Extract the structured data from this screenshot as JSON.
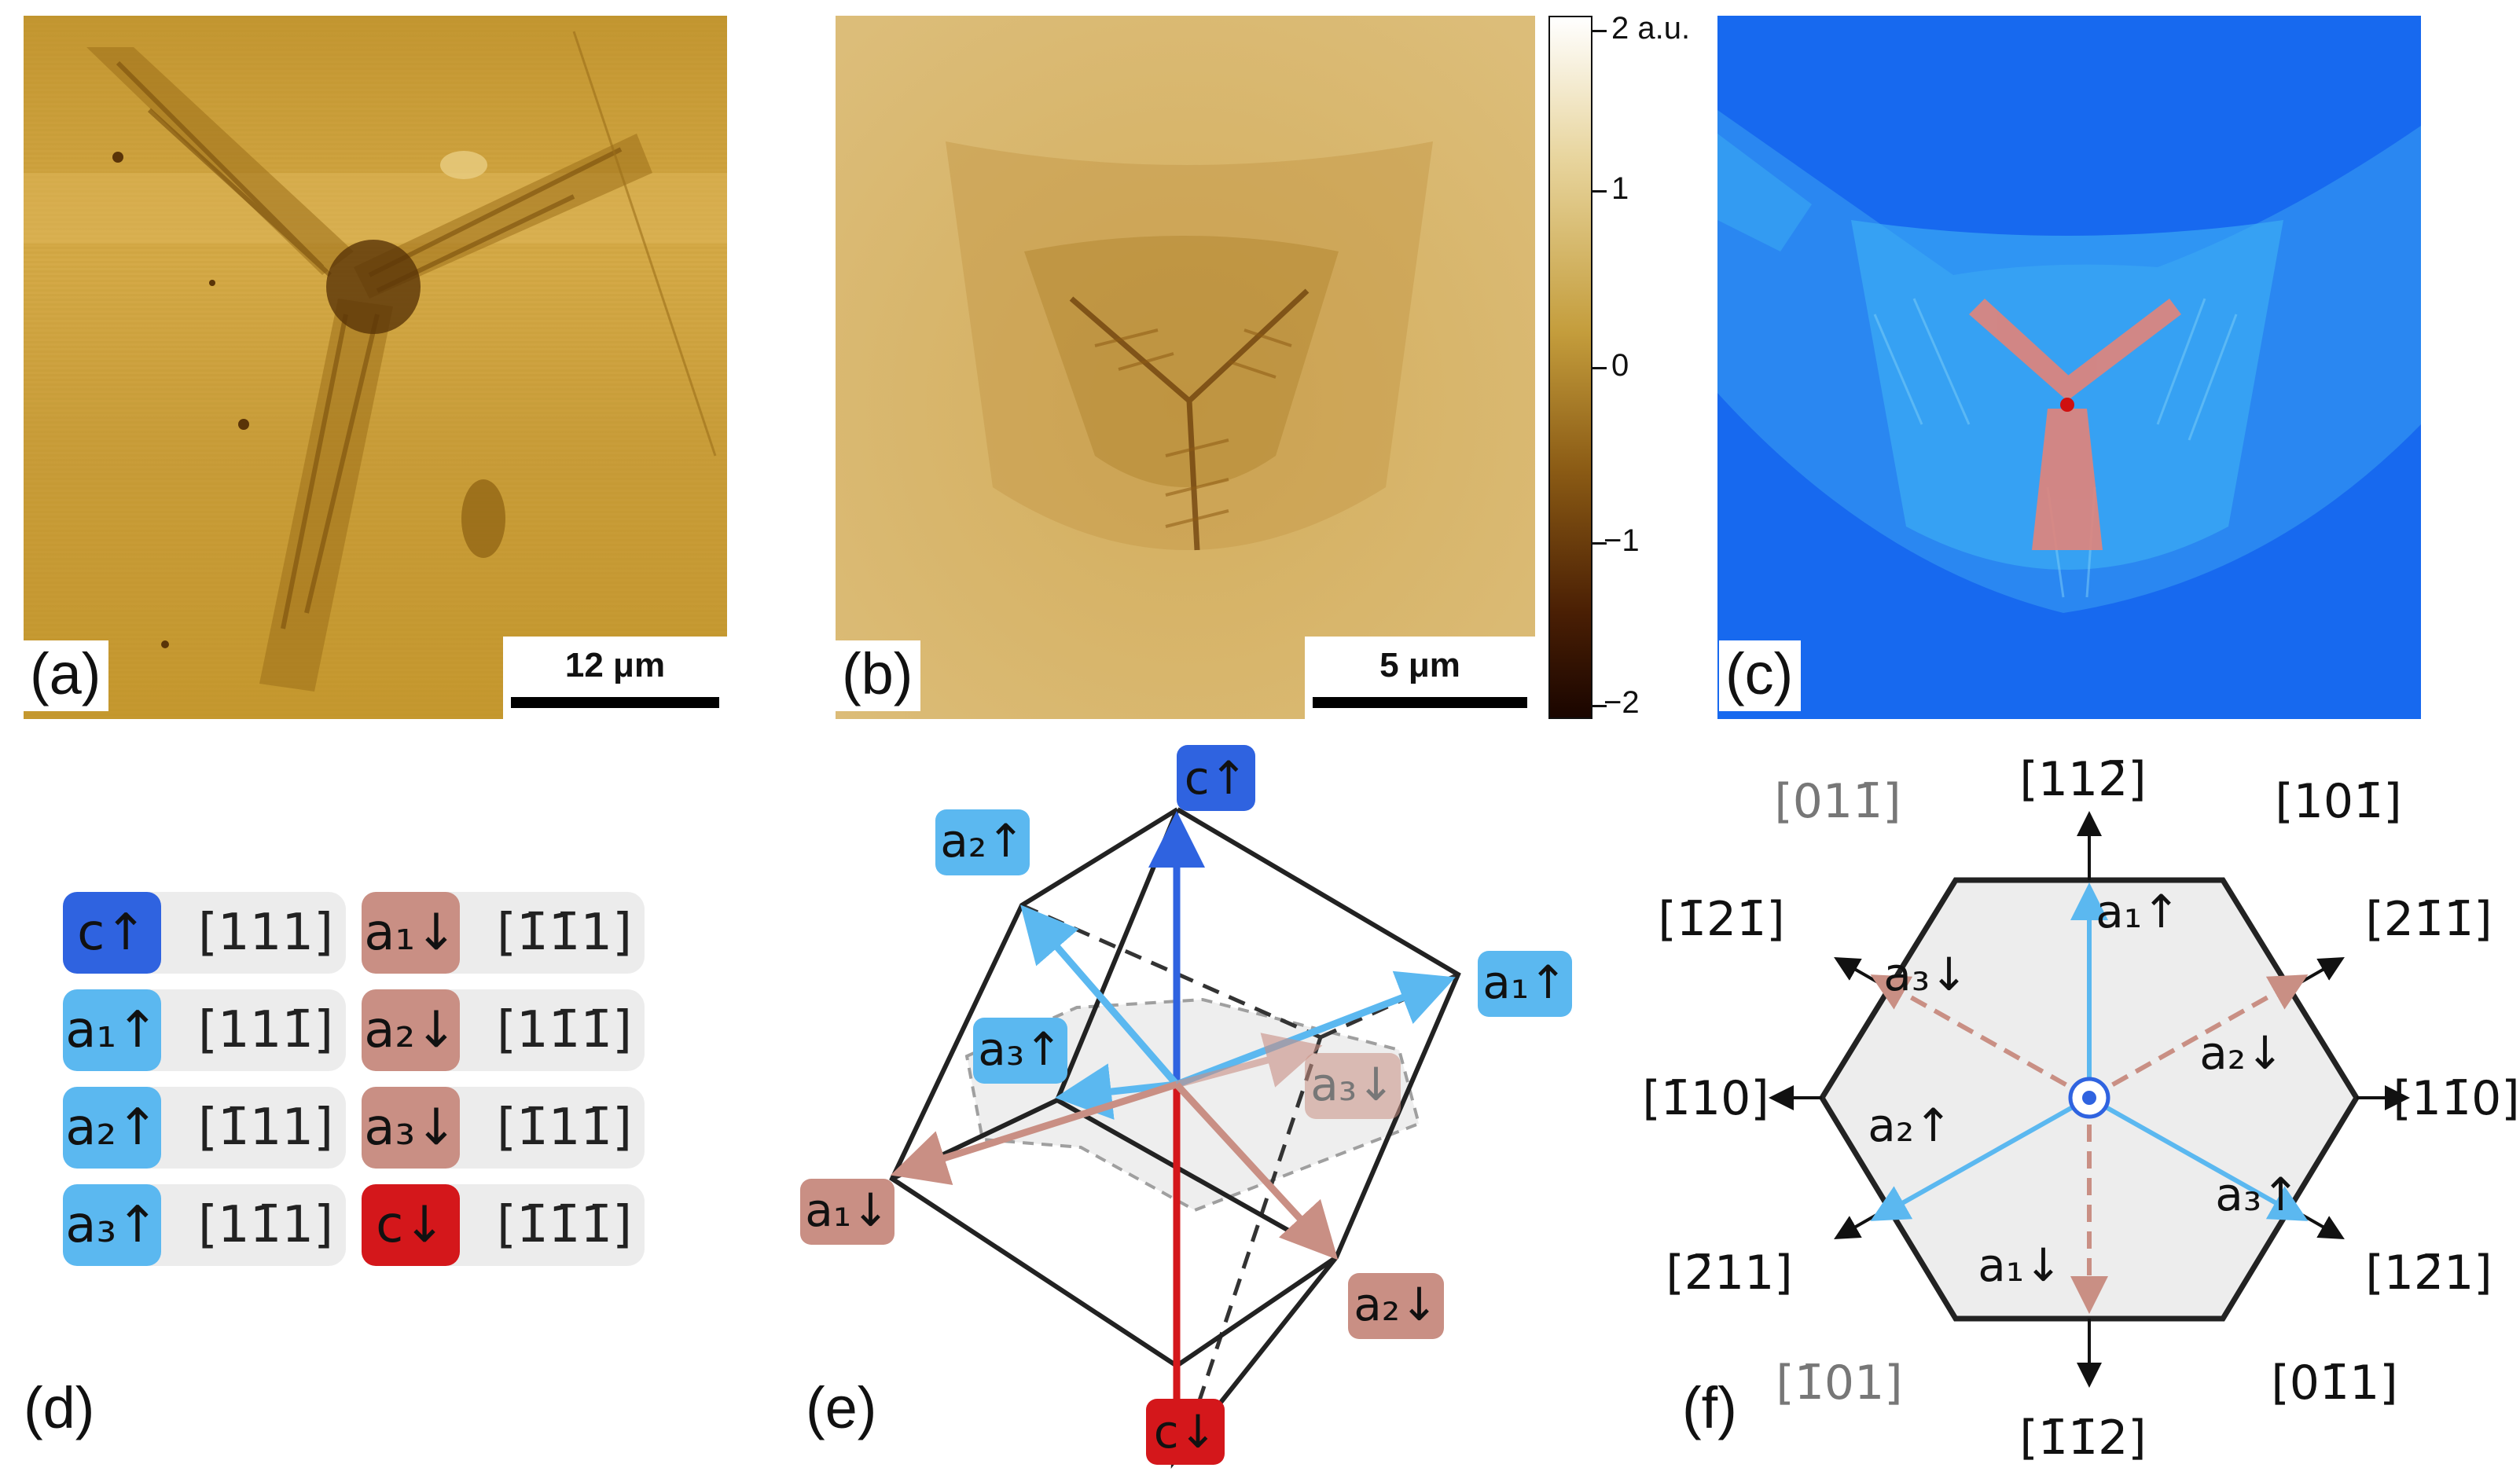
{
  "panels": {
    "a": {
      "letter": "(a)",
      "scale": "12 μm"
    },
    "b": {
      "letter": "(b)",
      "scale": "5 μm"
    },
    "c": {
      "letter": "(c)"
    },
    "d": {
      "letter": "(d)"
    },
    "e": {
      "letter": "(e)"
    },
    "f": {
      "letter": "(f)"
    }
  },
  "colorbar": {
    "ticks": [
      "2 a.u.",
      "1",
      "0",
      "−1",
      "−2"
    ]
  },
  "colors": {
    "c_up": "#2f63e0",
    "a_up": "#5bb8f0",
    "a_down": "#c98f84",
    "c_down": "#d4171b",
    "hexagon_fill": "#ededed",
    "afm_base": "#c79a2f",
    "pfm_base": "#d8b566",
    "map_blue": "#1a6df0"
  },
  "legend": [
    {
      "label": "c↑",
      "dir": "[111]",
      "kind": "c_up"
    },
    {
      "label": "a₁↑",
      "dir": "[111̄]",
      "kind": "a_up"
    },
    {
      "label": "a₂↑",
      "dir": "[1̄11]",
      "kind": "a_up"
    },
    {
      "label": "a₃↑",
      "dir": "[11̄1]",
      "kind": "a_up"
    },
    {
      "label": "a₁↓",
      "dir": "[1̄1̄1]",
      "kind": "a_down"
    },
    {
      "label": "a₂↓",
      "dir": "[11̄1̄]",
      "kind": "a_down"
    },
    {
      "label": "a₃↓",
      "dir": "[1̄11̄]",
      "kind": "a_down"
    },
    {
      "label": "c↓",
      "dir": "[1̄1̄1̄]",
      "kind": "c_down"
    }
  ],
  "cube_labels": {
    "c_up": "c↑",
    "a2_up": "a₂↑",
    "a1_up": "a₁↑",
    "a3_up": "a₃↑",
    "a3_down": "a₃↓",
    "a1_down": "a₁↓",
    "a2_down": "a₂↓",
    "c_down": "c↓"
  },
  "hex_directions": {
    "top": "[112̄]",
    "top_left": "[011̄]",
    "top_right": "[101̄]",
    "upper_left": "[1̄21̄]",
    "upper_right": "[21̄1̄]",
    "left": "[1̄10]",
    "right": "[11̄0]",
    "lower_left": "[2̄11]",
    "lower_right": "[12̄1]",
    "bottom_left": "[1̄01]",
    "bottom_right": "[01̄1]",
    "bottom": "[1̄1̄2]"
  },
  "hex_labels": {
    "a1_up": "a₁↑",
    "a3_down": "a₃↓",
    "a2_down": "a₂↓",
    "a2_up": "a₂↑",
    "a3_up": "a₃↑",
    "a1_down": "a₁↓"
  }
}
